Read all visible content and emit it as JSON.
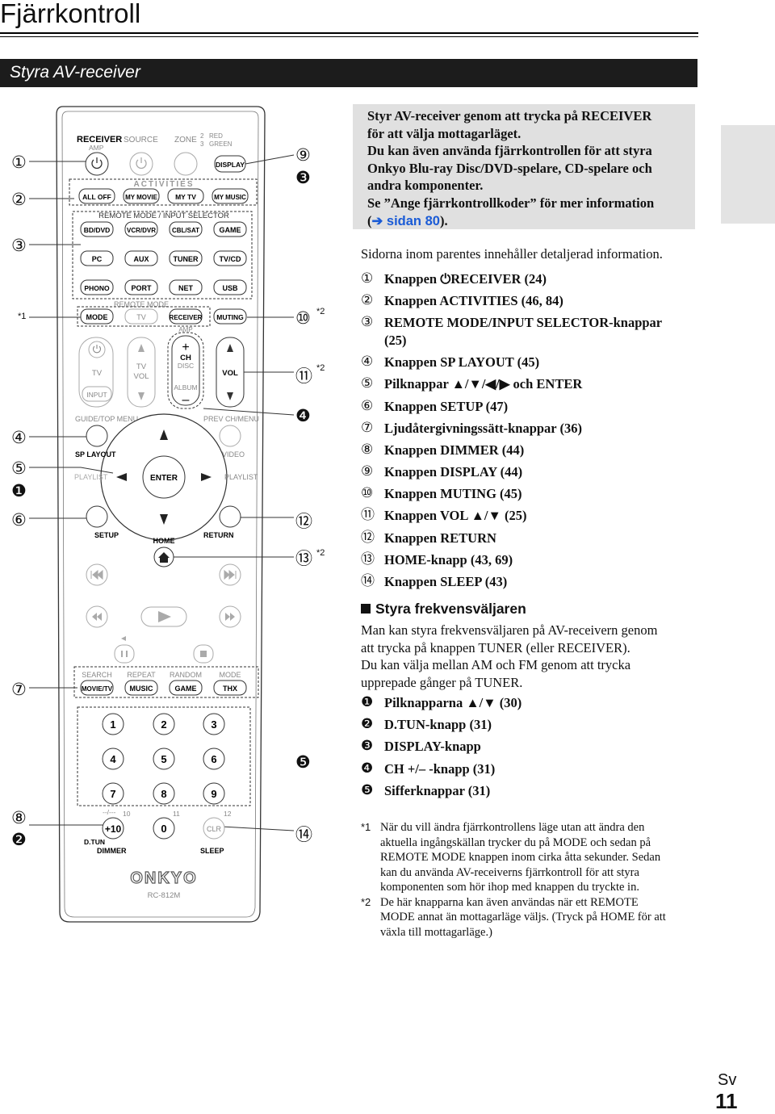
{
  "header": {
    "title": "Fjärrkontroll",
    "section_banner": "Styra AV-receiver"
  },
  "intro": {
    "lines": [
      "Styr AV-receiver genom att trycka på RECEIVER",
      "för att välja mottagarläget.",
      "Du kan även använda fjärrkontrollen för att styra",
      "Onkyo Blu-ray Disc/DVD-spelare, CD-spelare och",
      "andra komponenter.",
      "Se ”Ange fjärrkontrollkoder” för mer information"
    ],
    "link_prefix": "(",
    "link_text": "➔ sidan 80",
    "link_suffix": ")."
  },
  "note": "Sidorna inom parentes innehåller detaljerad information.",
  "items": [
    {
      "num": "①",
      "text": "Knappen ⏻RECEIVER (24)"
    },
    {
      "num": "②",
      "text": "Knappen ACTIVITIES (46, 84)"
    },
    {
      "num": "③",
      "text": "REMOTE MODE/INPUT SELECTOR-knappar"
    },
    {
      "num": "",
      "text": "(25)"
    },
    {
      "num": "④",
      "text": "Knappen SP LAYOUT (45)"
    },
    {
      "num": "⑤",
      "text": "Pilknappar ▲/▼/◀/▶ och ENTER"
    },
    {
      "num": "⑥",
      "text": "Knappen SETUP (47)"
    },
    {
      "num": "⑦",
      "text": "Ljudåtergivningssätt-knappar (36)"
    },
    {
      "num": "⑧",
      "text": "Knappen DIMMER (44)"
    },
    {
      "num": "⑨",
      "text": "Knappen DISPLAY (44)"
    },
    {
      "num": "⑩",
      "text": "Knappen MUTING (45)"
    },
    {
      "num": "⑪",
      "text": "Knappen VOL ▲/▼ (25)"
    },
    {
      "num": "⑫",
      "text": "Knappen RETURN"
    },
    {
      "num": "⑬",
      "text": "HOME-knapp (43, 69)"
    },
    {
      "num": "⑭",
      "text": "Knappen SLEEP (43)"
    }
  ],
  "tuner": {
    "heading": "Styra frekvensväljaren",
    "paragraph": [
      "Man kan styra frekvensväljaren på AV-receivern genom",
      "att trycka på knappen TUNER (eller RECEIVER).",
      "Du kan välja mellan AM och FM genom att trycka",
      "upprepade gånger på TUNER."
    ],
    "items": [
      {
        "num": "❶",
        "text": "Pilknapparna ▲/▼ (30)"
      },
      {
        "num": "❷",
        "text": "D.TUN-knapp (31)"
      },
      {
        "num": "❸",
        "text": "DISPLAY-knapp"
      },
      {
        "num": "❹",
        "text": "CH +/– -knapp (31)"
      },
      {
        "num": "❺",
        "text": "Sifferknappar (31)"
      }
    ]
  },
  "footnotes": [
    {
      "mark": "*1",
      "lines": [
        "När du vill ändra fjärrkontrollens läge utan att ändra den",
        "aktuella ingångskällan trycker du på MODE och sedan på",
        "REMOTE MODE knappen inom cirka åtta sekunder. Sedan",
        "kan du använda AV-receiverns fjärrkontroll för att styra",
        "komponenten som hör ihop med knappen du tryckte in."
      ]
    },
    {
      "mark": "*2",
      "lines": [
        "De här knapparna kan även användas när ett REMOTE",
        "MODE annat än mottagarläge väljs. (Tryck på HOME för att",
        "växla till mottagarläge.)"
      ]
    }
  ],
  "footer": {
    "lang": "Sv",
    "page": "11"
  },
  "remote": {
    "labels": {
      "receiver": "RECEIVER",
      "amp": "AMP",
      "source": "SOURCE",
      "zone": "ZONE",
      "zone2": "2",
      "zone3": "3",
      "red": "RED",
      "green": "GREEN",
      "display": "DISPLAY",
      "activities": "ACTIVITIES",
      "all_off": "ALL OFF",
      "my_movie": "MY MOVIE",
      "my_tv": "MY TV",
      "my_music": "MY MUSIC",
      "remote_mode_input": "REMOTE MODE / INPUT SELECTOR",
      "bd_dvd": "BD/DVD",
      "vcr_dvr": "VCR/DVR",
      "cbl_sat": "CBL/SAT",
      "game": "GAME",
      "pc": "PC",
      "aux": "AUX",
      "tuner": "TUNER",
      "tv_cd": "TV/CD",
      "phono": "PHONO",
      "port": "PORT",
      "net": "NET",
      "usb": "USB",
      "remote_mode": "REMOTE MODE",
      "mode": "MODE",
      "tv": "TV",
      "receiver_btn": "RECEIVER",
      "amp2": "AMP",
      "muting": "MUTING",
      "tv_left": "TV",
      "input": "INPUT",
      "tv_vol1": "TV",
      "tv_vol2": "VOL",
      "plus": "+",
      "ch": "CH",
      "disc": "DISC",
      "album": "ALBUM",
      "minus": "–",
      "vol": "VOL",
      "guide": "GUIDE/TOP MENU",
      "prev": "PREV CH/MENU",
      "sp_layout": "SP LAYOUT",
      "video": "VIDEO",
      "playlist_l": "PLAYLIST",
      "playlist_r": "PLAYLIST",
      "enter": "ENTER",
      "setup": "SETUP",
      "home": "HOME",
      "return": "RETURN",
      "search": "SEARCH",
      "repeat": "REPEAT",
      "random": "RANDOM",
      "mode2": "MODE",
      "movie_tv": "MOVIE/TV",
      "music": "MUSIC",
      "game2": "GAME",
      "thx": "THX",
      "n1": "1",
      "n2": "2",
      "n3": "3",
      "n4": "4",
      "n5": "5",
      "n6": "6",
      "n7": "7",
      "n8": "8",
      "n9": "9",
      "dashes": "--/---",
      "ten": "10",
      "eleven": "11",
      "twelve": "12",
      "plus10": "+10",
      "n0": "0",
      "clr": "CLR",
      "dtun": "D.TUN",
      "dimmer": "DIMMER",
      "sleep": "SLEEP",
      "brand": "ONKYO",
      "model": "RC-812M"
    },
    "callouts_left": [
      "①",
      "②",
      "③",
      "*1",
      "④",
      "⑤",
      "❶",
      "⑥",
      "⑦",
      "⑧",
      "❷"
    ],
    "callouts_right": [
      "⑨",
      "❸",
      "⑩",
      "*2",
      "⑪",
      "*2",
      "❹",
      "⑫",
      "⑬",
      "*2",
      "❺",
      "⑭"
    ]
  }
}
